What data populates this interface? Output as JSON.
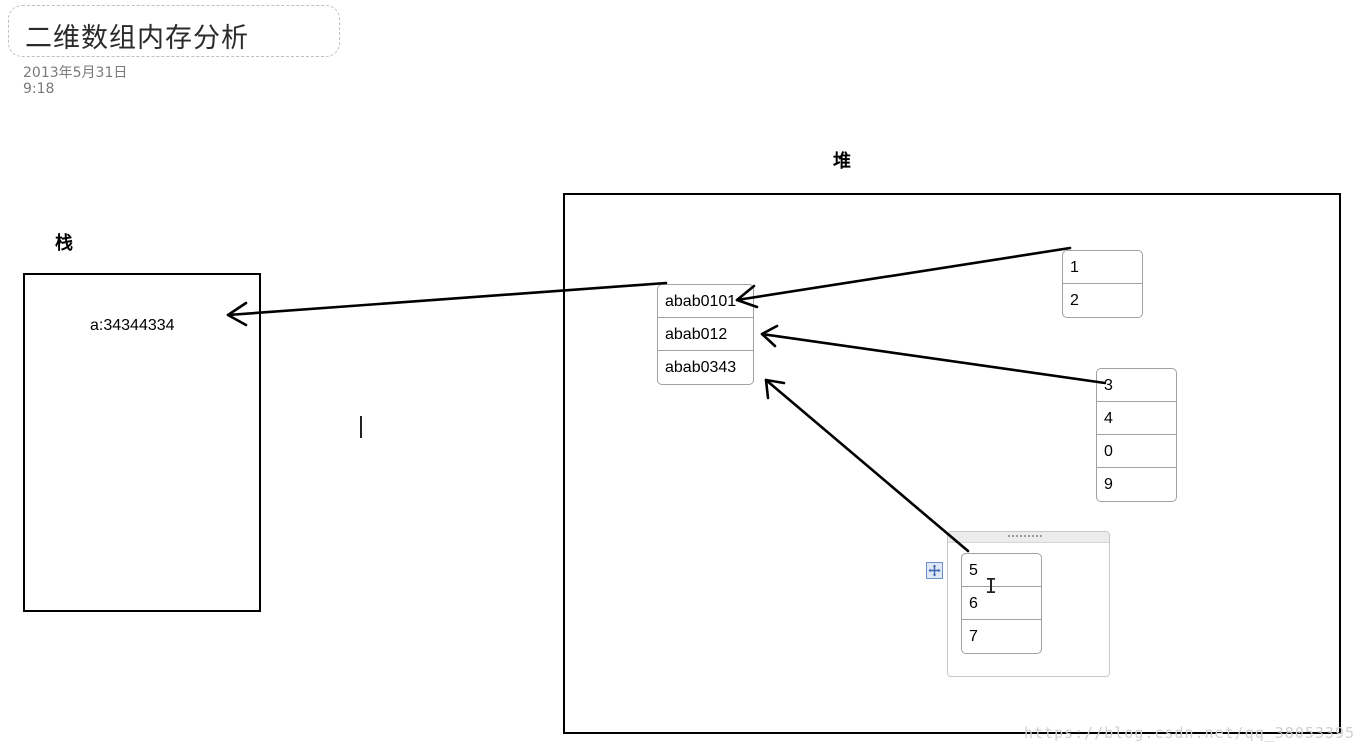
{
  "title": "二维数组内存分析",
  "date": "2013年5月31日",
  "time": "9:18",
  "stack_label": "栈",
  "heap_label": "堆",
  "stack_var": "a:34344334",
  "address_table": [
    "abab0101",
    "abab012",
    "abab0343"
  ],
  "row_tables": [
    [
      "1",
      "2"
    ],
    [
      "3",
      "4",
      "0",
      "9"
    ],
    [
      "5",
      "6",
      "7"
    ]
  ],
  "watermark": "https://blog.csdn.net/qq_38053395"
}
